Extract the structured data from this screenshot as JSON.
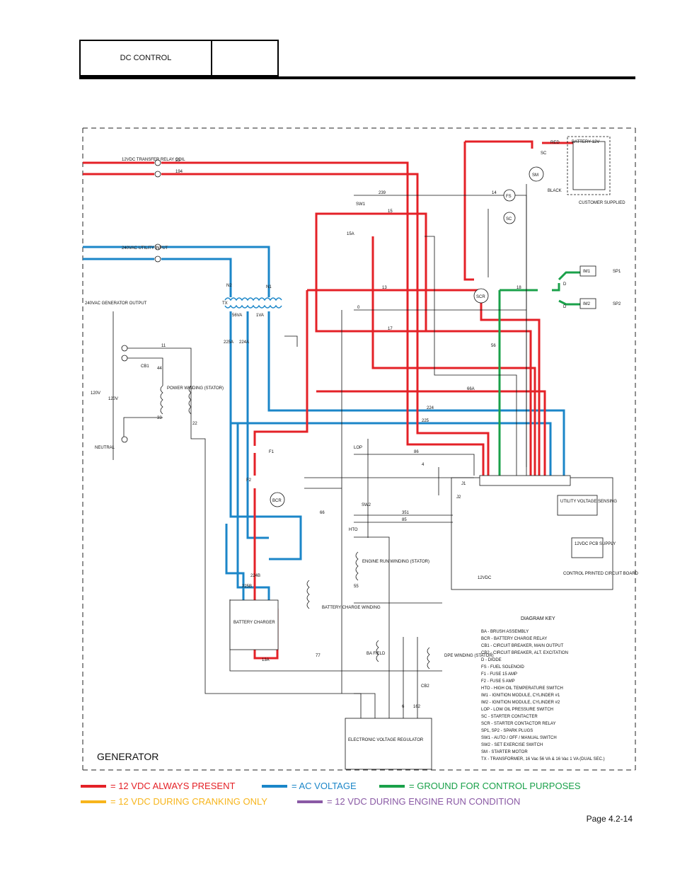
{
  "header": {
    "title": "DC CONTROL"
  },
  "legend": [
    {
      "label": "= 12 VDC ALWAYS PRESENT",
      "color": "#e42127"
    },
    {
      "label": "= AC VOLTAGE",
      "color": "#1b86c8"
    },
    {
      "label": "= GROUND FOR CONTROL PURPOSES",
      "color": "#1aa14a"
    },
    {
      "label": "= 12 VDC DURING CRANKING ONLY",
      "color": "#f7b51c"
    },
    {
      "label": "= 12 VDC DURING ENGINE RUN CONDITION",
      "color": "#8a5aa5"
    }
  ],
  "page": "Page 4.2-14",
  "diagram": {
    "generator_label": "GENERATOR",
    "transfer_coil": "12VDC TRANSFER RELAY COIL",
    "utility_input": "240VAC UTILITY INPUT",
    "gen_output": "240VAC GENERATOR OUTPUT",
    "power_winding": "POWER WINDING (STATOR)",
    "neutral": "NEUTRAL",
    "battery": "BATTERY 12V",
    "customer": "CUSTOMER SUPPLIED",
    "battery_charger": "BATTERY CHARGER",
    "batt_charge_winding": "BATTERY CHARGE WINDING",
    "engine_run_winding": "ENGINE RUN WINDING (STATOR)",
    "evr": "ELECTRONIC VOLTAGE REGULATOR",
    "pcb": "CONTROL PRINTED CIRCUIT BOARD",
    "utility_sensing": "UTILITY VOLTAGE SENSING",
    "pcb_supply": "12VDC PCB SUPPLY",
    "dpe": "DPE WINDING (STATOR)",
    "ba_field": "BA FIELD",
    "labels": {
      "red": "RED",
      "black": "BLACK",
      "sw1": "SW1",
      "sw2": "SW2",
      "lop": "LOP",
      "hto": "HTO",
      "cb1": "CB1",
      "cb2": "CB2",
      "f1": "F1",
      "f2": "F2",
      "bcr": "BCR",
      "scr": "SCR",
      "sm": "SM",
      "sc": "SC",
      "fs": "FS",
      "im1": "IM1",
      "im2": "IM2",
      "sp1": "SP1",
      "sp2": "SP2",
      "tx": "TX",
      "n1": "N1",
      "n2": "N2",
      "va56": "56VA",
      "va1": "1VA",
      "v120a": "120V",
      "v120b": "120V",
      "j1": "J1",
      "j2": "J2",
      "vdc12": "12VDC",
      "d": "D"
    },
    "wires": [
      "23",
      "194",
      "239",
      "14",
      "15",
      "15A",
      "13",
      "17",
      "0",
      "56",
      "18",
      "66A",
      "224",
      "225",
      "225A",
      "224A",
      "224B",
      "225B",
      "11",
      "22",
      "44",
      "33",
      "86",
      "351",
      "85",
      "4",
      "66",
      "77",
      "55",
      "6",
      "162",
      "13A"
    ],
    "key_title": "DIAGRAM KEY",
    "key": [
      "BA - BRUSH ASSEMBLY",
      "BCR - BATTERY CHARGE RELAY",
      "CB1 - CIRCUIT BREAKER, MAIN OUTPUT",
      "CB2 - CIRCUIT BREAKER, ALT. EXCITATION",
      "D - DIODE",
      "FS - FUEL SOLENOID",
      "F1 - FUSE 15 AMP",
      "F2 - FUSE 5 AMP",
      "HTO - HIGH OIL TEMPERATURE SWITCH",
      "IM1 - IGNITION MODULE, CYLINDER #1",
      "IM2 - IGNITION MODULE, CYLINDER #2",
      "LOP - LOW OIL PRESSURE SWITCH",
      "SC - STARTER CONTACTER",
      "SCR - STARTER CONTACTOR RELAY",
      "SP1, SP2 - SPARK PLUGS",
      "SW1 - AUTO / OFF / MANUAL SWITCH",
      "SW2 - SET EXERCISE SWITCH",
      "SM - STARTER MOTOR",
      "TX - TRANSFORMER, 16 Vac 56 VA & 16 Vac 1 VA (DUAL SEC.)"
    ]
  }
}
